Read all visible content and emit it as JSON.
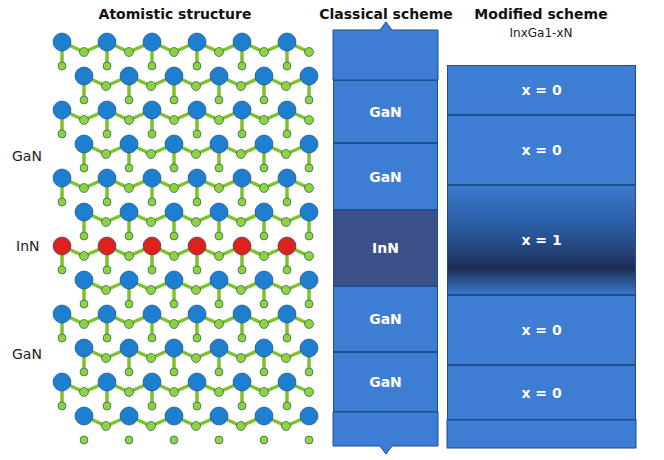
{
  "diagram": {
    "nodes": [
      {
        "text": [
          "GaN"
        ]
      },
      {
        "text": [
          "GaN"
        ]
      },
      {
        "text": [
          "InN"
        ]
      },
      {
        "text": [
          "GaN"
        ]
      },
      {
        "text": [
          "GaN"
        ]
      },
      {
        "text": [
          "x = 0"
        ]
      },
      {
        "text": [
          "x = 0"
        ]
      },
      {
        "text": [
          "x = 1"
        ]
      },
      {
        "text": [
          "x = 0"
        ]
      },
      {
        "text": [
          "x = 0"
        ]
      }
    ],
    "edges": [],
    "labels": [
      "Atomistic structure",
      "Classical scheme",
      "Modified scheme",
      "InxGa1-xN",
      "GaN",
      "InN",
      "GaN"
    ]
  }
}
